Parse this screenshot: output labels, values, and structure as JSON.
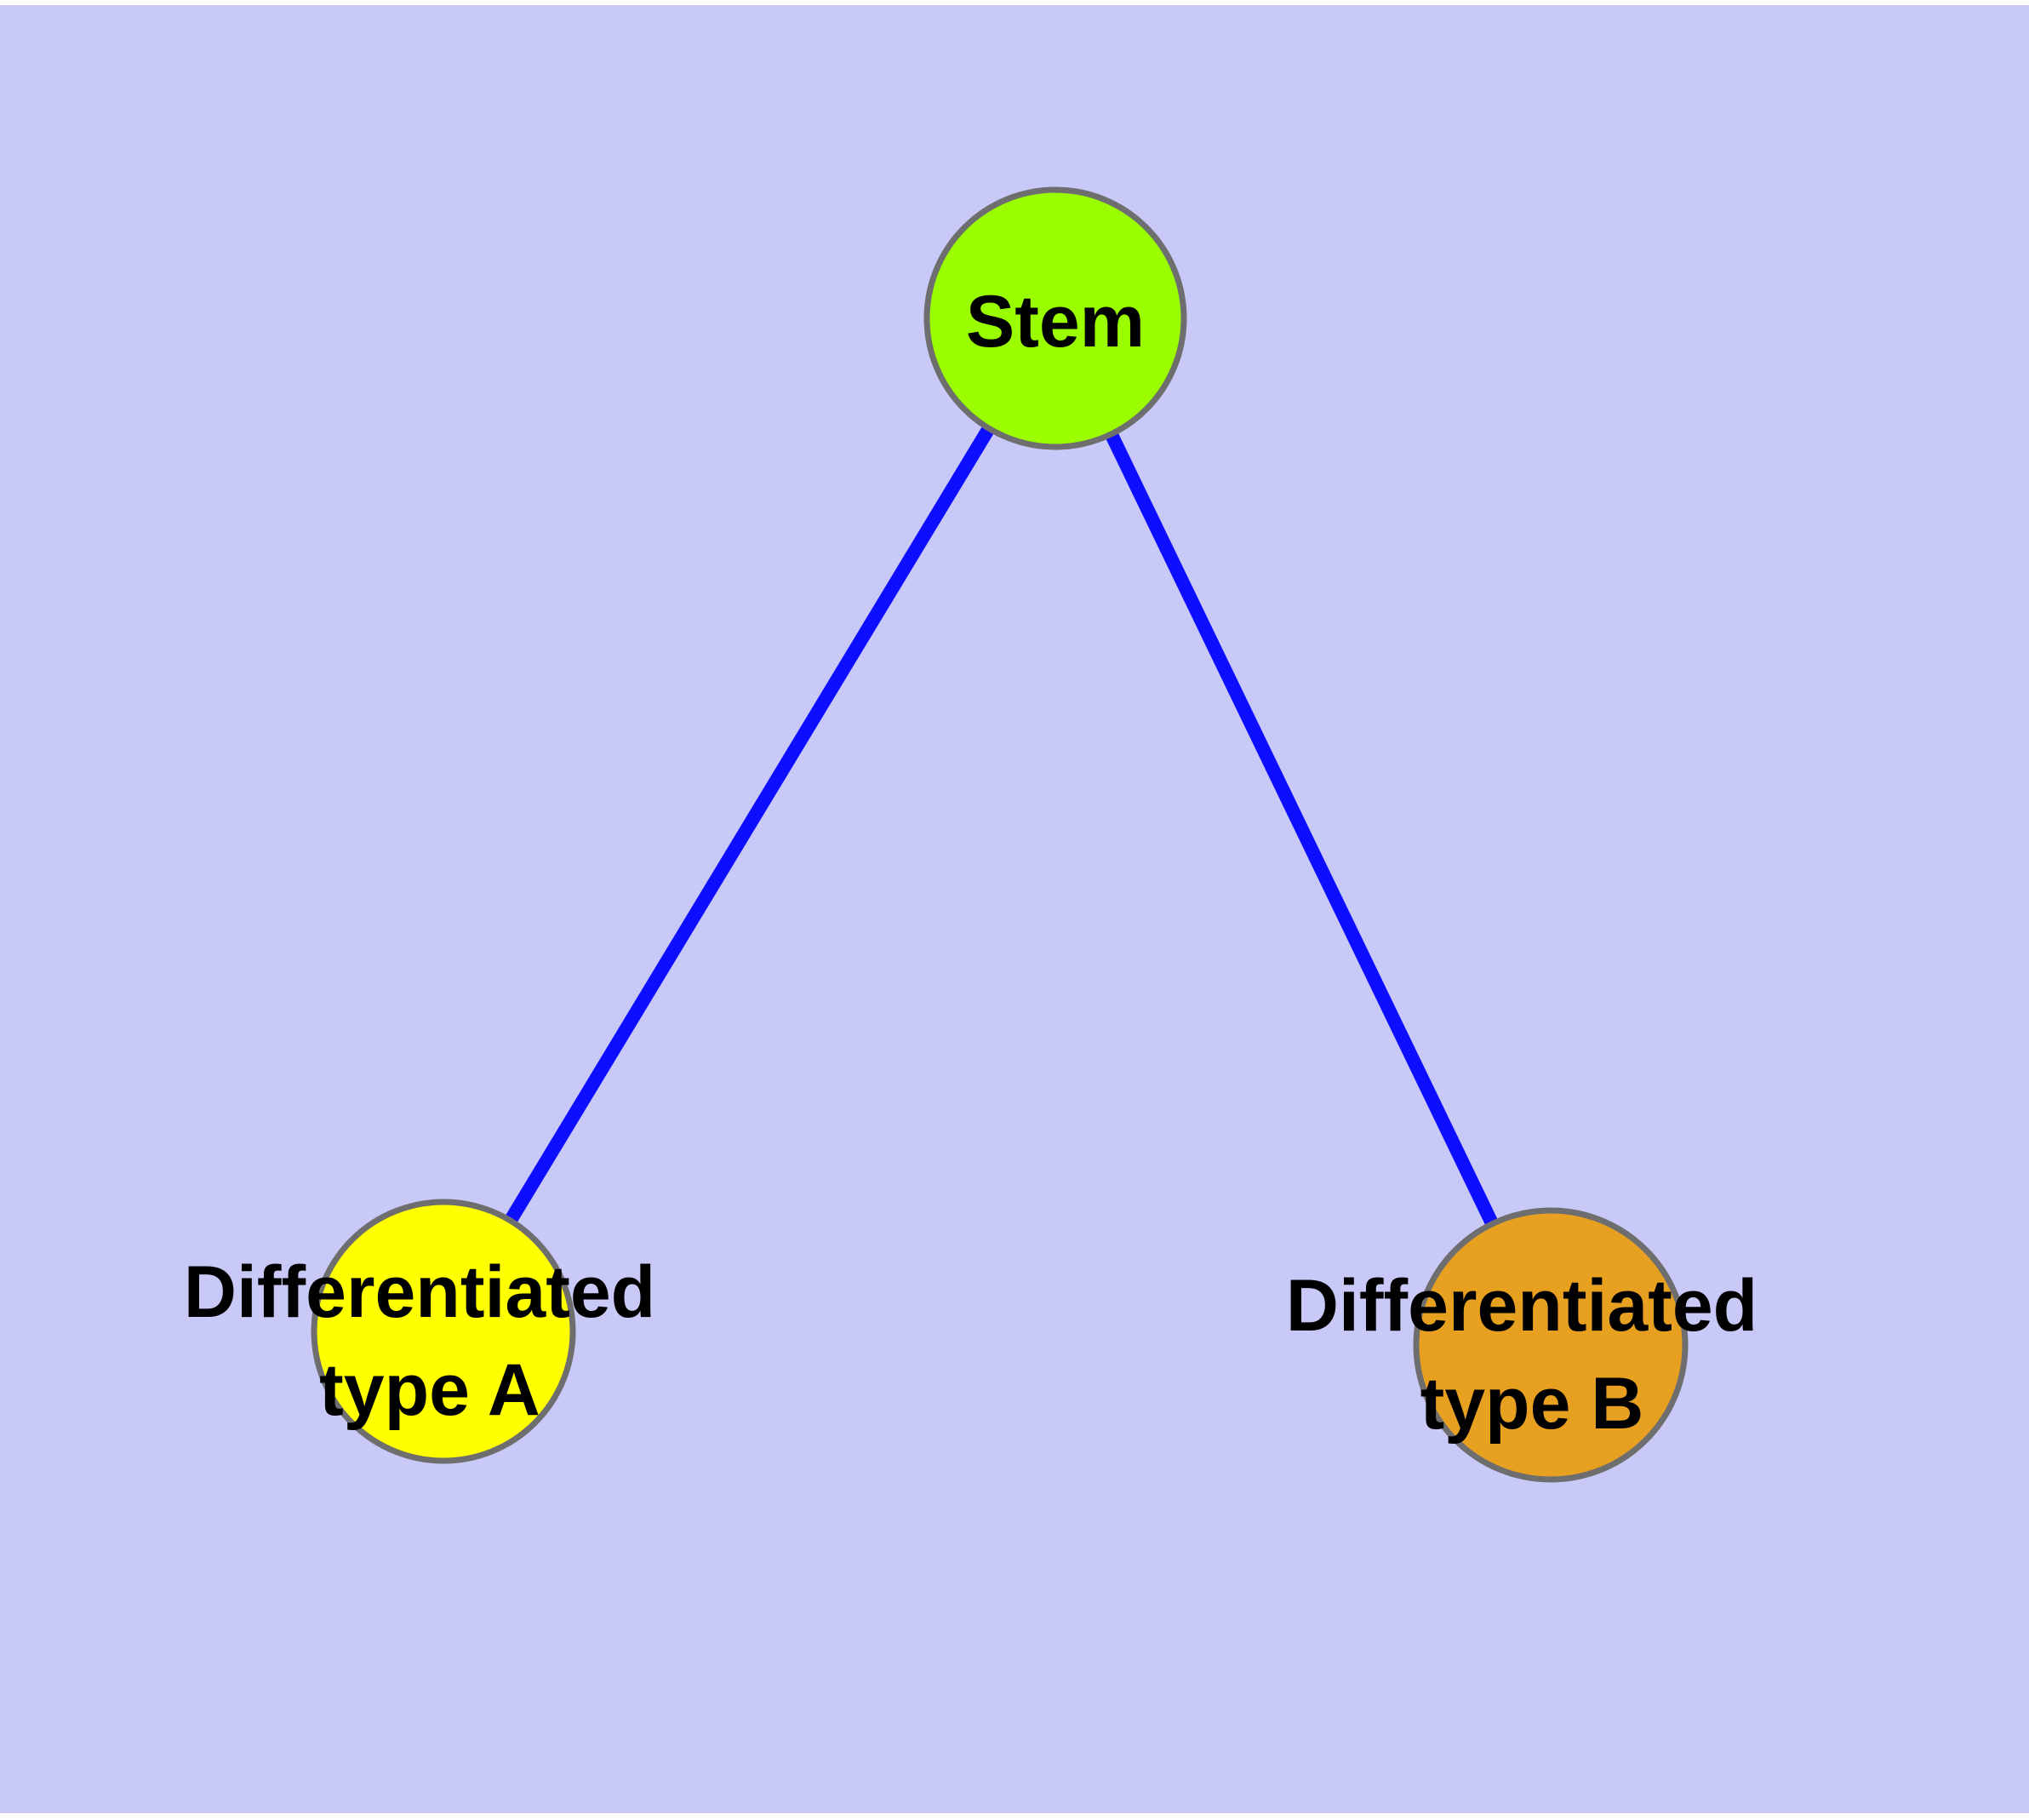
{
  "diagram": {
    "background": {
      "margin_color": "#FFFFFF",
      "canvas_color": "#C9C9F8"
    },
    "edge_color": "#0D0DFF",
    "node_border_color": "#6E6E6E",
    "text_color": "#000000",
    "nodes": [
      {
        "id": "stem",
        "label": "Stem",
        "fill": "#9AFE00"
      },
      {
        "id": "differentiated-type-a",
        "label": "Differentiated type A",
        "label_lines": [
          "Differentiated",
          "type A"
        ],
        "fill": "#FFFF00"
      },
      {
        "id": "differentiated-type-b",
        "label": "Differentiated type B",
        "label_lines": [
          "Differentiated",
          "type B"
        ],
        "fill": "#E8A020"
      }
    ],
    "edges": [
      {
        "from": "stem",
        "to": "differentiated-type-a"
      },
      {
        "from": "stem",
        "to": "differentiated-type-b"
      }
    ]
  }
}
